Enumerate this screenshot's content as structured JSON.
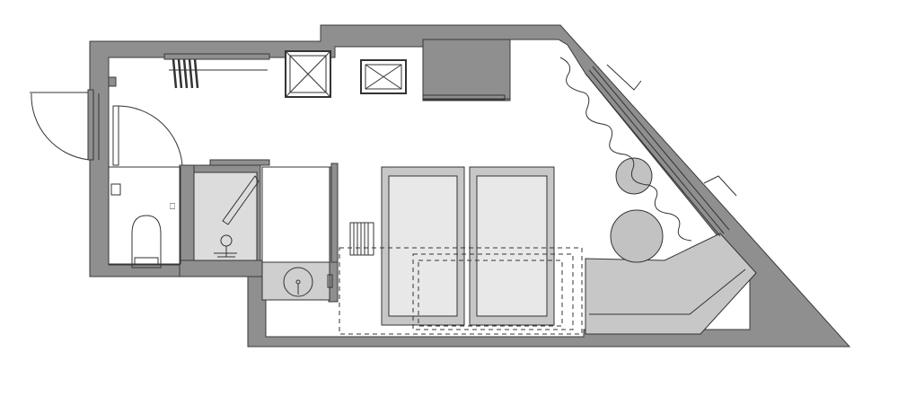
{
  "colors": {
    "wall": "#8f8f8f",
    "wall_stroke": "#3a3a3a",
    "furniture": "#c8c8c8",
    "bed": "#e6e6e6",
    "bed_frame": "#b7b7b7",
    "floor": "#ffffff",
    "line": "#333333"
  },
  "rooms": [
    {
      "name": "entrance"
    },
    {
      "name": "toilet"
    },
    {
      "name": "shower-room"
    },
    {
      "name": "washroom"
    },
    {
      "name": "bedroom"
    }
  ],
  "fixtures": [
    {
      "name": "toilet-fixture"
    },
    {
      "name": "sink-fixture"
    },
    {
      "name": "shower-fixture"
    },
    {
      "name": "bed-left"
    },
    {
      "name": "bed-right"
    },
    {
      "name": "sofa-bench"
    },
    {
      "name": "closet-hangers"
    },
    {
      "name": "luggage-rack"
    },
    {
      "name": "round-table-upper"
    },
    {
      "name": "round-table-lower"
    },
    {
      "name": "window-curtain"
    }
  ]
}
